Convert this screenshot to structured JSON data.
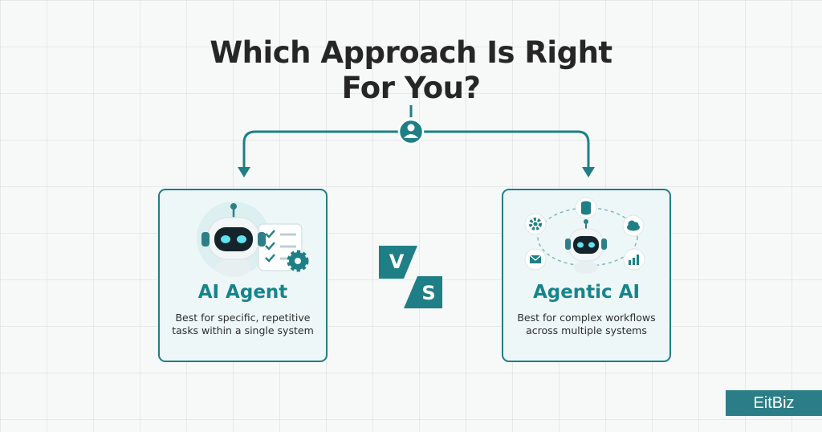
{
  "title": {
    "line1": "Which Approach Is Right",
    "line2": "For You?"
  },
  "icons": {
    "top": "user-icon",
    "vs": "versus-badge"
  },
  "vs": {
    "v": "V",
    "s": "S"
  },
  "left_card": {
    "title": "AI Agent",
    "description": "Best for specific, repetitive tasks within a single system",
    "illustration": [
      "robot-icon",
      "checklist-icon",
      "gear-icon"
    ]
  },
  "right_card": {
    "title": "Agentic AI",
    "description": "Best for complex workflows across multiple systems",
    "illustration": [
      "robot-icon",
      "database-icon",
      "cloud-icon",
      "gear-icon",
      "mail-icon",
      "chart-icon"
    ]
  },
  "brand": {
    "label": "EitBiz"
  },
  "colors": {
    "accent": "#1e7f86",
    "title": "#262626",
    "card_bg": "#eef7f7",
    "brand_bg": "#2b7e87"
  }
}
